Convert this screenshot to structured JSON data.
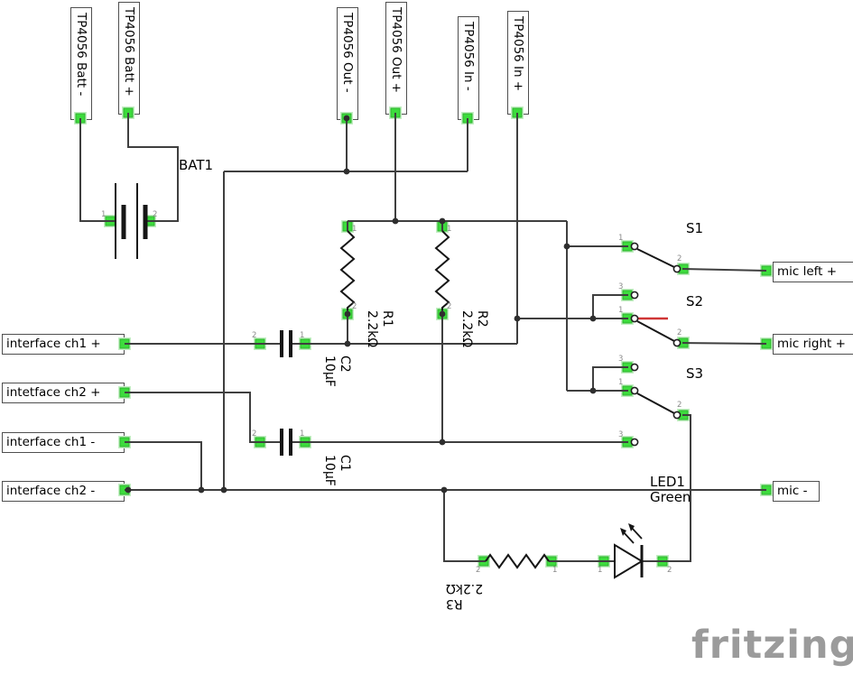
{
  "app": {
    "watermark": "fritzing"
  },
  "pins": {
    "one": "1",
    "two": "2",
    "three": "3"
  },
  "net_labels": {
    "top": [
      {
        "label": "TP4056 Batt -"
      },
      {
        "label": "TP4056 Batt +"
      },
      {
        "label": "TP4056 Out -"
      },
      {
        "label": "TP4056 Out +"
      },
      {
        "label": "TP4056 In -"
      },
      {
        "label": "TP4056 In +"
      }
    ],
    "left": [
      {
        "label": "interface ch1 +"
      },
      {
        "label": "intetface ch2 +"
      },
      {
        "label": "interface ch1 -"
      },
      {
        "label": "interface ch2 -"
      }
    ],
    "right": [
      {
        "label": "mic left +"
      },
      {
        "label": "mic right +"
      },
      {
        "label": "mic -"
      }
    ]
  },
  "components": {
    "bat1": {
      "designator": "BAT1"
    },
    "r1": {
      "designator": "R1",
      "value": "2.2kΩ"
    },
    "r2": {
      "designator": "R2",
      "value": "2.2kΩ"
    },
    "r3": {
      "designator": "R3",
      "value": "2.2kΩ"
    },
    "c1": {
      "designator": "C1",
      "value": "10µF"
    },
    "c2": {
      "designator": "C2",
      "value": "10µF"
    },
    "s1": {
      "designator": "S1"
    },
    "s2": {
      "designator": "S2"
    },
    "s3": {
      "designator": "S3"
    },
    "led1": {
      "designator": "LED1",
      "value": "Green"
    }
  },
  "colors": {
    "wire": "#3f3f3f",
    "highlight_wire": "#d03535",
    "pad_green": "#3ddb3d",
    "pad_halo": "#c4efc4",
    "component_stroke": "#161616",
    "junction_dot": "#2e2e2e",
    "pin_number": "#8a8a8a",
    "watermark": "#9b9b9b",
    "background": "#ffffff"
  }
}
